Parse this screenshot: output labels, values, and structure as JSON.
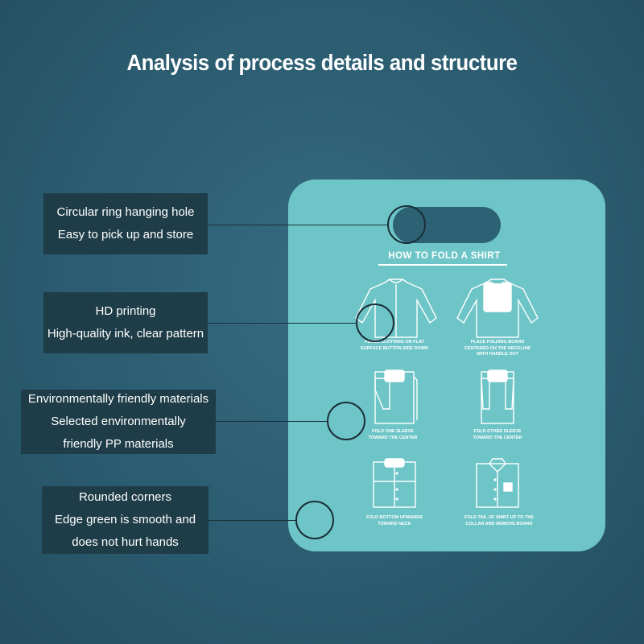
{
  "title": "Analysis of process details and structure",
  "callouts": [
    {
      "lines": [
        "Circular ring hanging hole",
        "Easy to pick up and store"
      ]
    },
    {
      "lines": [
        "HD printing",
        "High-quality ink, clear pattern"
      ]
    },
    {
      "lines": [
        "Environmentally friendly materials",
        "Selected environmentally",
        "friendly PP materials"
      ]
    },
    {
      "lines": [
        "Rounded corners",
        "Edge green is smooth and",
        "does not hurt hands"
      ]
    }
  ],
  "board": {
    "title": "HOW TO FOLD A SHIRT",
    "steps": [
      {
        "caption": [
          "PLACE CLOTHING ON FLAT",
          "SURFACE BUTTON SIDE DOWN"
        ]
      },
      {
        "caption": [
          "PLACE FOLDING BOARD",
          "CENTERED ON THE NECKLINE",
          "WITH HANDLE OUT"
        ]
      },
      {
        "caption": [
          "FOLD ONE SLEEVE",
          "TOWARD THE CENTER"
        ]
      },
      {
        "caption": [
          "FOLD OTHER SLEEVE",
          "TOWARD THE CENTER"
        ]
      },
      {
        "caption": [
          "FOLD BOTTOM UPWARDS",
          "TOWARD NECK"
        ]
      },
      {
        "caption": [
          "FOLD TAIL OF SHIRT UP TO THE",
          "COLLAR AND REMOVE BOARD"
        ]
      }
    ]
  },
  "colors": {
    "background": "#2d5f73",
    "board": "#6ec5c7",
    "callout_box": "#1f3d48",
    "line": "#1a2f38"
  }
}
